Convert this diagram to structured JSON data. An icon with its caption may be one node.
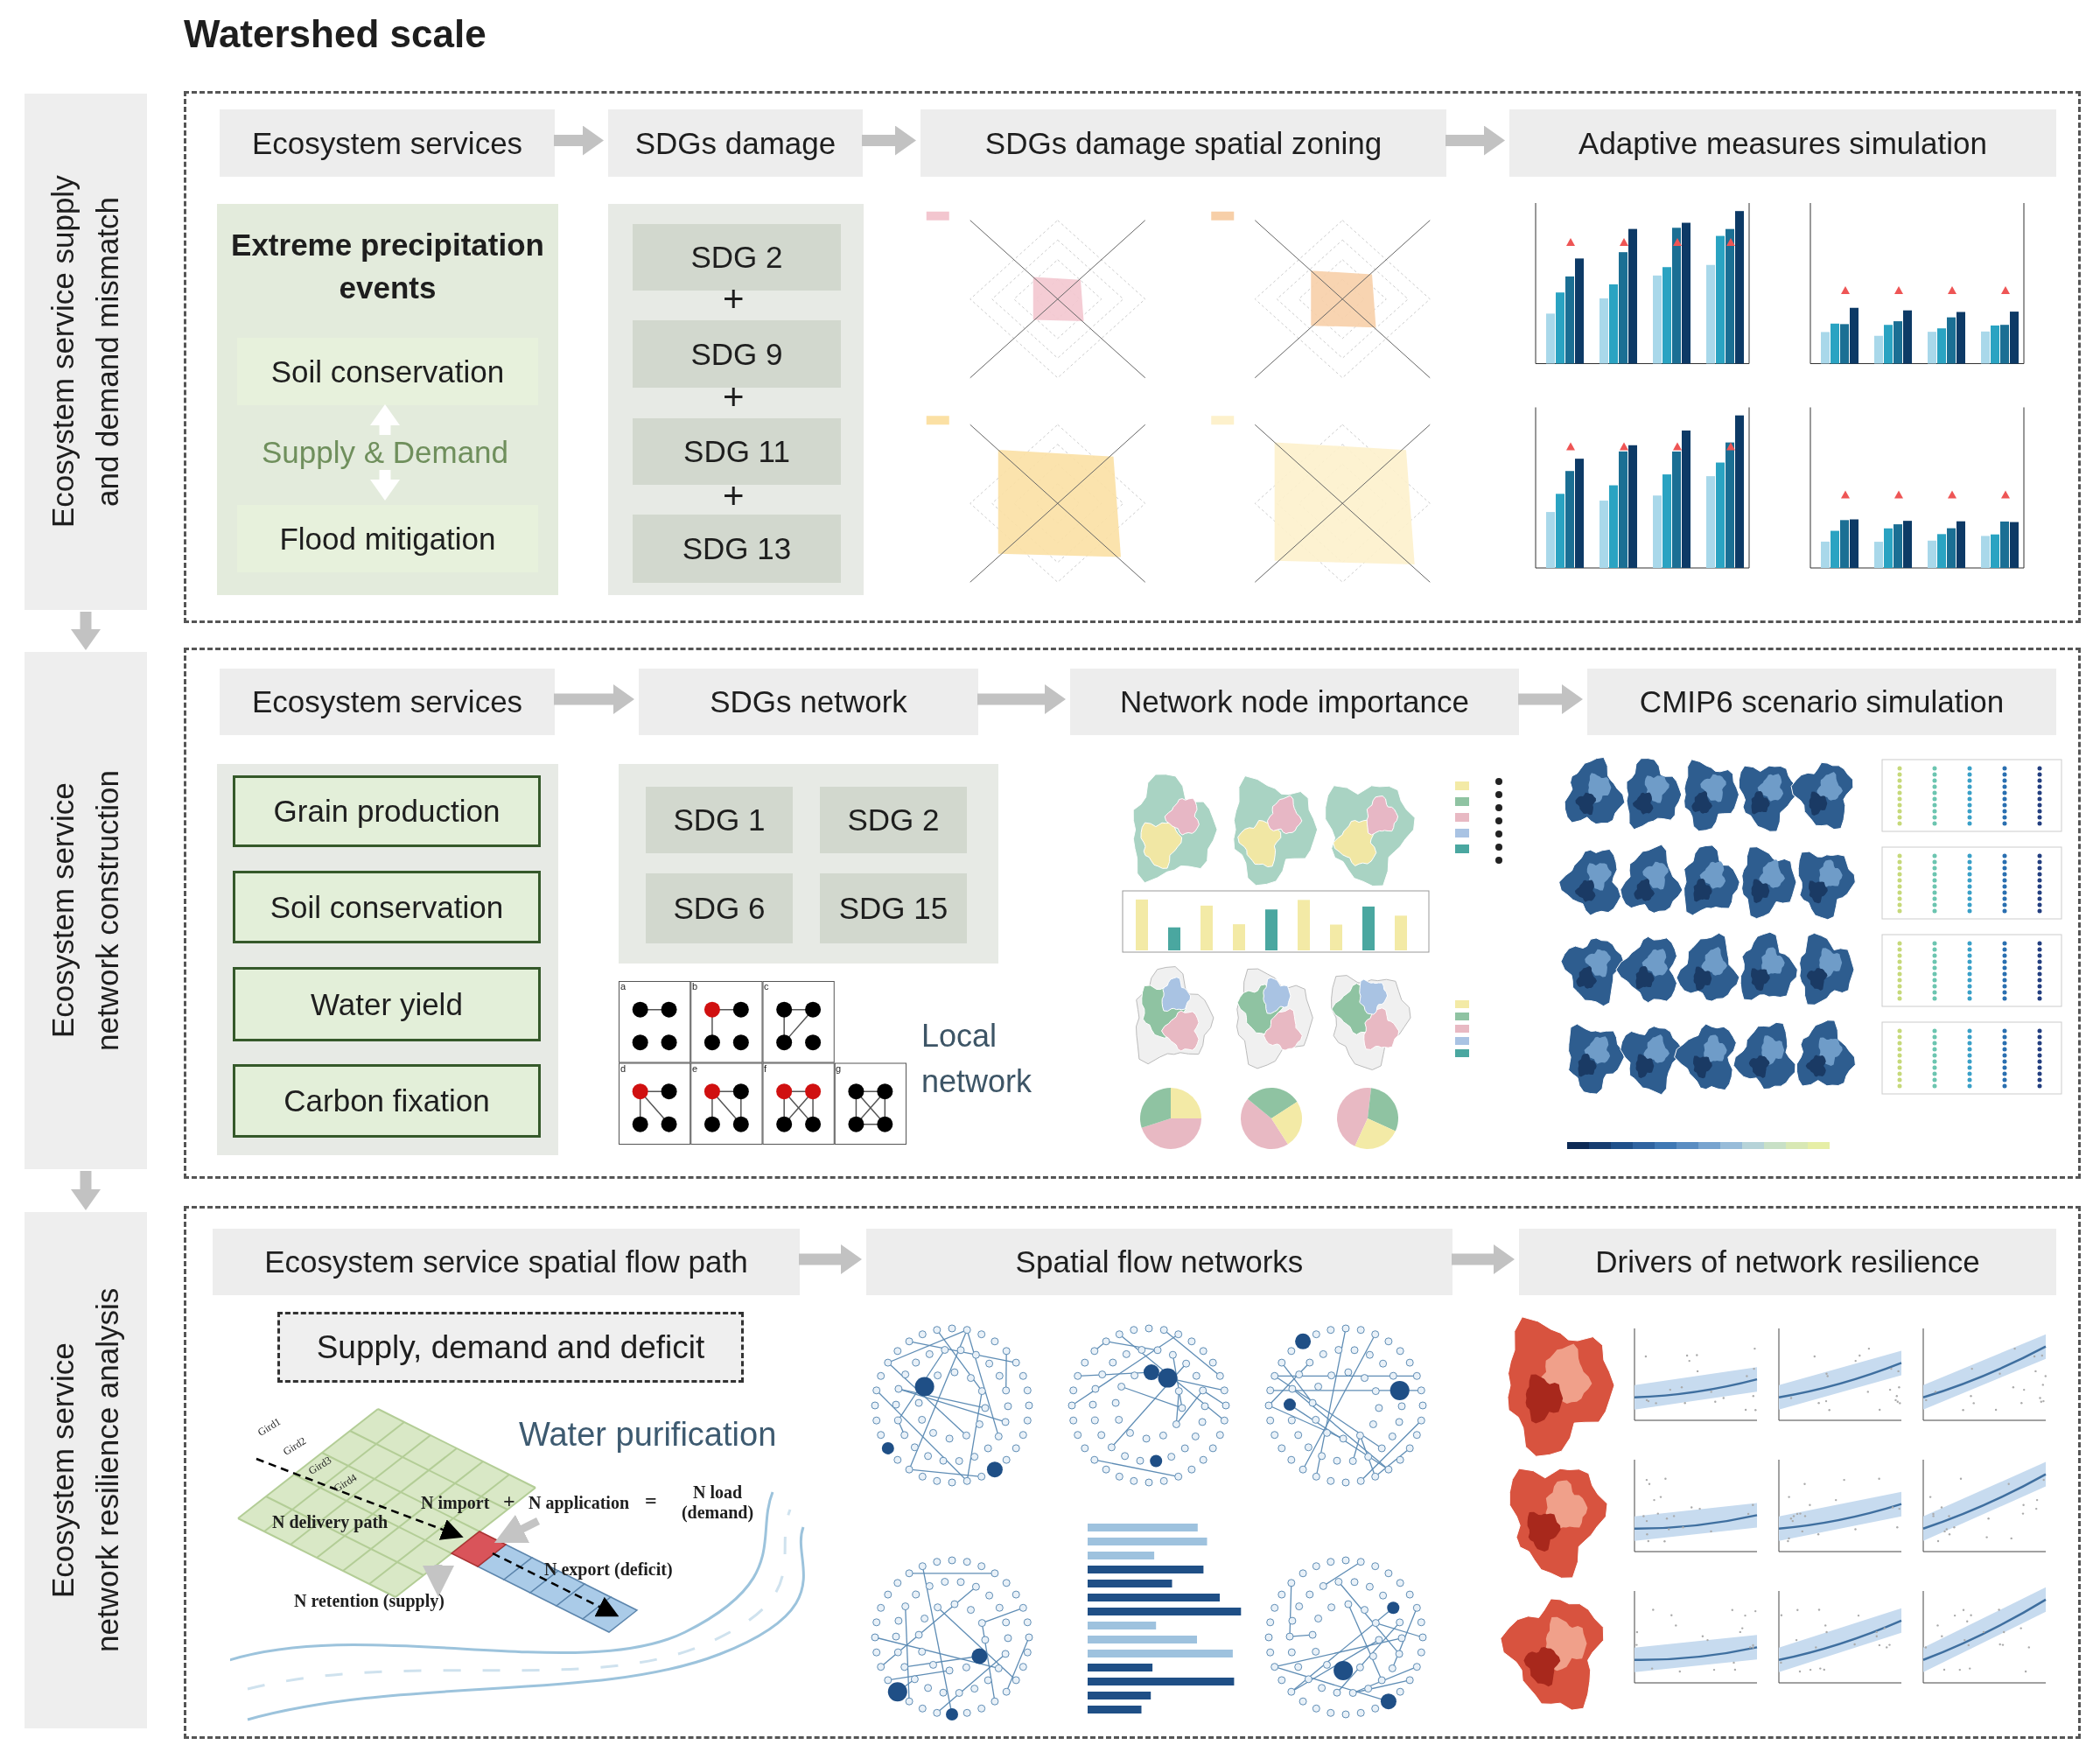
{
  "diagram": {
    "title": "Watershed scale",
    "nodes": [
      {
        "text": [
          "Ecosystem service supply and demand mismatch"
        ]
      },
      {
        "text": [],
        "shape": "box"
      },
      {
        "text": [
          "Ecosystem services"
        ],
        "in": 1
      },
      {
        "text": [
          "SDGs damage"
        ],
        "in": 1
      },
      {
        "text": [
          "SDGs damage spatial zoning"
        ],
        "in": 1
      },
      {
        "text": [
          "Adaptive measures simulation"
        ],
        "in": 1
      },
      {
        "text": [
          "Extreme precipitation events"
        ],
        "in": 1
      },
      {
        "text": [
          "Soil conservation"
        ],
        "in": 6
      },
      {
        "text": [
          "Flood mitigation"
        ],
        "in": 6
      },
      {
        "text": [],
        "shape": "box",
        "in": 1
      },
      {
        "text": [
          "SDG 2"
        ],
        "in": 9
      },
      {
        "text": [
          "SDG 9"
        ],
        "in": 9
      },
      {
        "text": [
          "SDG 11"
        ],
        "in": 9
      },
      {
        "text": [
          "SDG 13"
        ],
        "in": 9
      },
      {
        "text": [],
        "shape": "picture",
        "in": 1
      },
      {
        "text": [],
        "shape": "picture",
        "in": 1
      },
      {
        "text": [
          "Ecosystem service network construction"
        ]
      },
      {
        "text": [],
        "shape": "box"
      },
      {
        "text": [
          "Ecosystem services"
        ],
        "in": 17
      },
      {
        "text": [
          "SDGs network"
        ],
        "in": 17
      },
      {
        "text": [
          "Network node importance"
        ],
        "in": 17
      },
      {
        "text": [
          "CMIP6 scenario simulation"
        ],
        "in": 17
      },
      {
        "text": [],
        "shape": "box",
        "in": 17
      },
      {
        "text": [
          "Grain production"
        ],
        "in": 22
      },
      {
        "text": [
          "Soil conservation"
        ],
        "in": 22
      },
      {
        "text": [
          "Water yield"
        ],
        "in": 22
      },
      {
        "text": [
          "Carbon fixation"
        ],
        "in": 22
      },
      {
        "text": [],
        "shape": "box",
        "in": 17
      },
      {
        "text": [
          "SDG 1"
        ],
        "in": 27
      },
      {
        "text": [
          "SDG 2"
        ],
        "in": 27
      },
      {
        "text": [
          "SDG 6"
        ],
        "in": 27
      },
      {
        "text": [
          "SDG 15"
        ],
        "in": 27
      },
      {
        "text": [],
        "shape": "picture",
        "in": 17,
        "beside": [
          "Local network"
        ]
      },
      {
        "text": [],
        "shape": "picture",
        "in": 17
      },
      {
        "text": [],
        "shape": "picture",
        "in": 17
      },
      {
        "text": [
          "Ecosystem service network resilience analysis"
        ]
      },
      {
        "text": [],
        "shape": "box"
      },
      {
        "text": [
          "Ecosystem service spatial flow path"
        ],
        "in": 36
      },
      {
        "text": [
          "Spatial flow networks"
        ],
        "in": 36
      },
      {
        "text": [
          "Drivers of network resilience"
        ],
        "in": 36
      },
      {
        "text": [
          "Supply, demand and deficit"
        ],
        "in": 36
      },
      {
        "text": [],
        "shape": "picture",
        "in": 36
      },
      {
        "text": [],
        "shape": "picture",
        "in": 36
      },
      {
        "text": [],
        "shape": "picture",
        "in": 36
      }
    ],
    "edges": [
      {
        "from": 0,
        "to": 16,
        "arrow": "to"
      },
      {
        "from": 16,
        "to": 35,
        "arrow": "to"
      },
      {
        "from": 2,
        "to": 3,
        "arrow": "to"
      },
      {
        "from": 3,
        "to": 4,
        "arrow": "to"
      },
      {
        "from": 4,
        "to": 5,
        "arrow": "to"
      },
      {
        "from": 7,
        "to": 8,
        "arrow": "both",
        "label": "Supply & Demand",
        "color": "#ffffff"
      },
      {
        "from": 18,
        "to": 19,
        "arrow": "to"
      },
      {
        "from": 19,
        "to": 20,
        "arrow": "to"
      },
      {
        "from": 20,
        "to": 21,
        "arrow": "to"
      },
      {
        "from": 37,
        "to": 38,
        "arrow": "to"
      },
      {
        "from": 38,
        "to": 39,
        "arrow": "to"
      }
    ],
    "labels": [
      "+",
      "+",
      "+",
      "a",
      "b",
      "c",
      "d",
      "e",
      "f",
      "g",
      "Water purification",
      "Gird1",
      "Gird2",
      "Gird3",
      "Gird4",
      "N delivery path",
      "N import",
      "+",
      "N application",
      "=",
      "N load (demand)",
      "N export (deficit)",
      "N retention (supply)"
    ]
  }
}
